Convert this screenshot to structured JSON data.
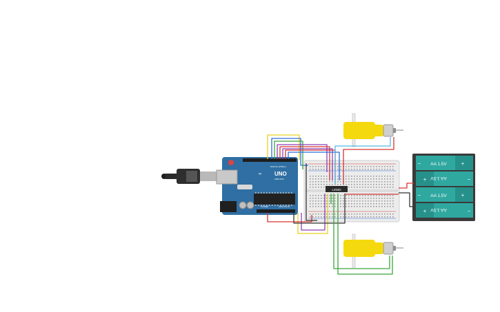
{
  "arduino": {
    "brand_text": "UNO",
    "sub_text": "ARDUINO",
    "digital_label": "DIGITAL (PWM~)",
    "power_label": "POWER",
    "analog_label": "ANALOG IN"
  },
  "driver_chip": {
    "label": "L293D"
  },
  "battery_pack": {
    "cells": [
      {
        "label": "AA 1.5V",
        "flipped": false
      },
      {
        "label": "AA 1.5V",
        "flipped": true
      },
      {
        "label": "AA 1.5V",
        "flipped": false
      },
      {
        "label": "AA 1.5V",
        "flipped": true
      }
    ],
    "plus": "+",
    "minus": "−"
  },
  "colors": {
    "board": "#2f6fa3",
    "board_dark": "#245a86",
    "breadboard": "#ececec",
    "motor": "#f5d90f",
    "battery": "#2fa8a0",
    "battery_case": "#3a3a3a",
    "wire_yellow": "#e7d21e",
    "wire_blue": "#2c6cd8",
    "wire_purple": "#8d3fb8",
    "wire_red": "#d63333",
    "wire_green": "#3aa53a",
    "wire_cyan": "#55b9e0",
    "wire_black": "#333333"
  }
}
